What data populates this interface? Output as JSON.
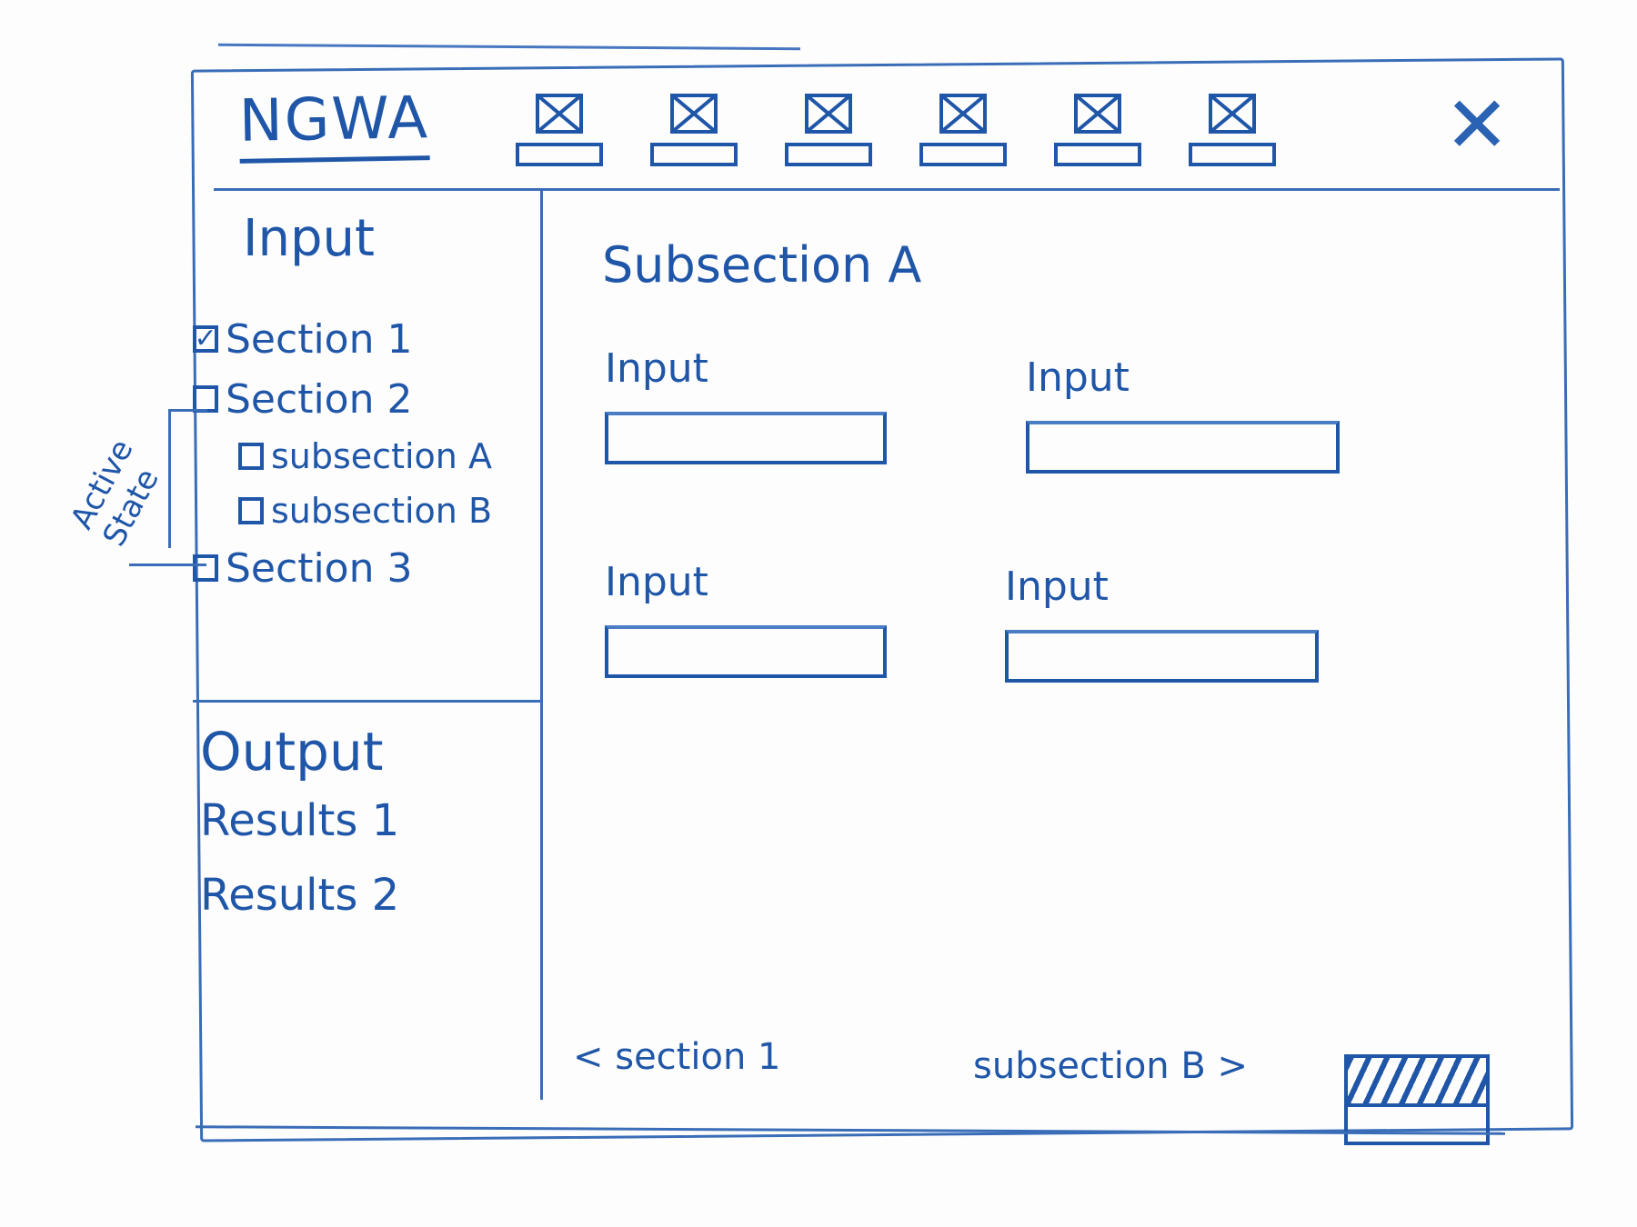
{
  "app": {
    "title": "NGWA",
    "close_icon": "close-x-icon"
  },
  "toolbar": {
    "items": [
      {
        "icon": "image-placeholder-icon",
        "label": ""
      },
      {
        "icon": "image-placeholder-icon",
        "label": ""
      },
      {
        "icon": "image-placeholder-icon",
        "label": ""
      },
      {
        "icon": "image-placeholder-icon",
        "label": ""
      },
      {
        "icon": "image-placeholder-icon",
        "label": ""
      },
      {
        "icon": "image-placeholder-icon",
        "label": ""
      }
    ]
  },
  "sidebar": {
    "input": {
      "title": "Input",
      "items": [
        {
          "label": "Section 1",
          "checked": true,
          "level": 0,
          "check_glyph": "✓"
        },
        {
          "label": "Section 2",
          "checked": false,
          "level": 0,
          "check_glyph": ""
        },
        {
          "label": "subsection A",
          "checked": false,
          "level": 1,
          "check_glyph": ""
        },
        {
          "label": "subsection B",
          "checked": false,
          "level": 1,
          "check_glyph": ""
        },
        {
          "label": "Section 3",
          "checked": false,
          "level": 0,
          "check_glyph": ""
        }
      ]
    },
    "output": {
      "title": "Output",
      "items": [
        "Results 1",
        "Results 2"
      ]
    },
    "annotation": "Active State"
  },
  "main": {
    "title": "Subsection A",
    "fields": [
      {
        "label": "Input",
        "value": ""
      },
      {
        "label": "Input",
        "value": ""
      },
      {
        "label": "Input",
        "value": ""
      },
      {
        "label": "Input",
        "value": ""
      }
    ],
    "prev_label": "< section 1",
    "next_label": "subsection B >",
    "save_button": "hatched-button"
  }
}
